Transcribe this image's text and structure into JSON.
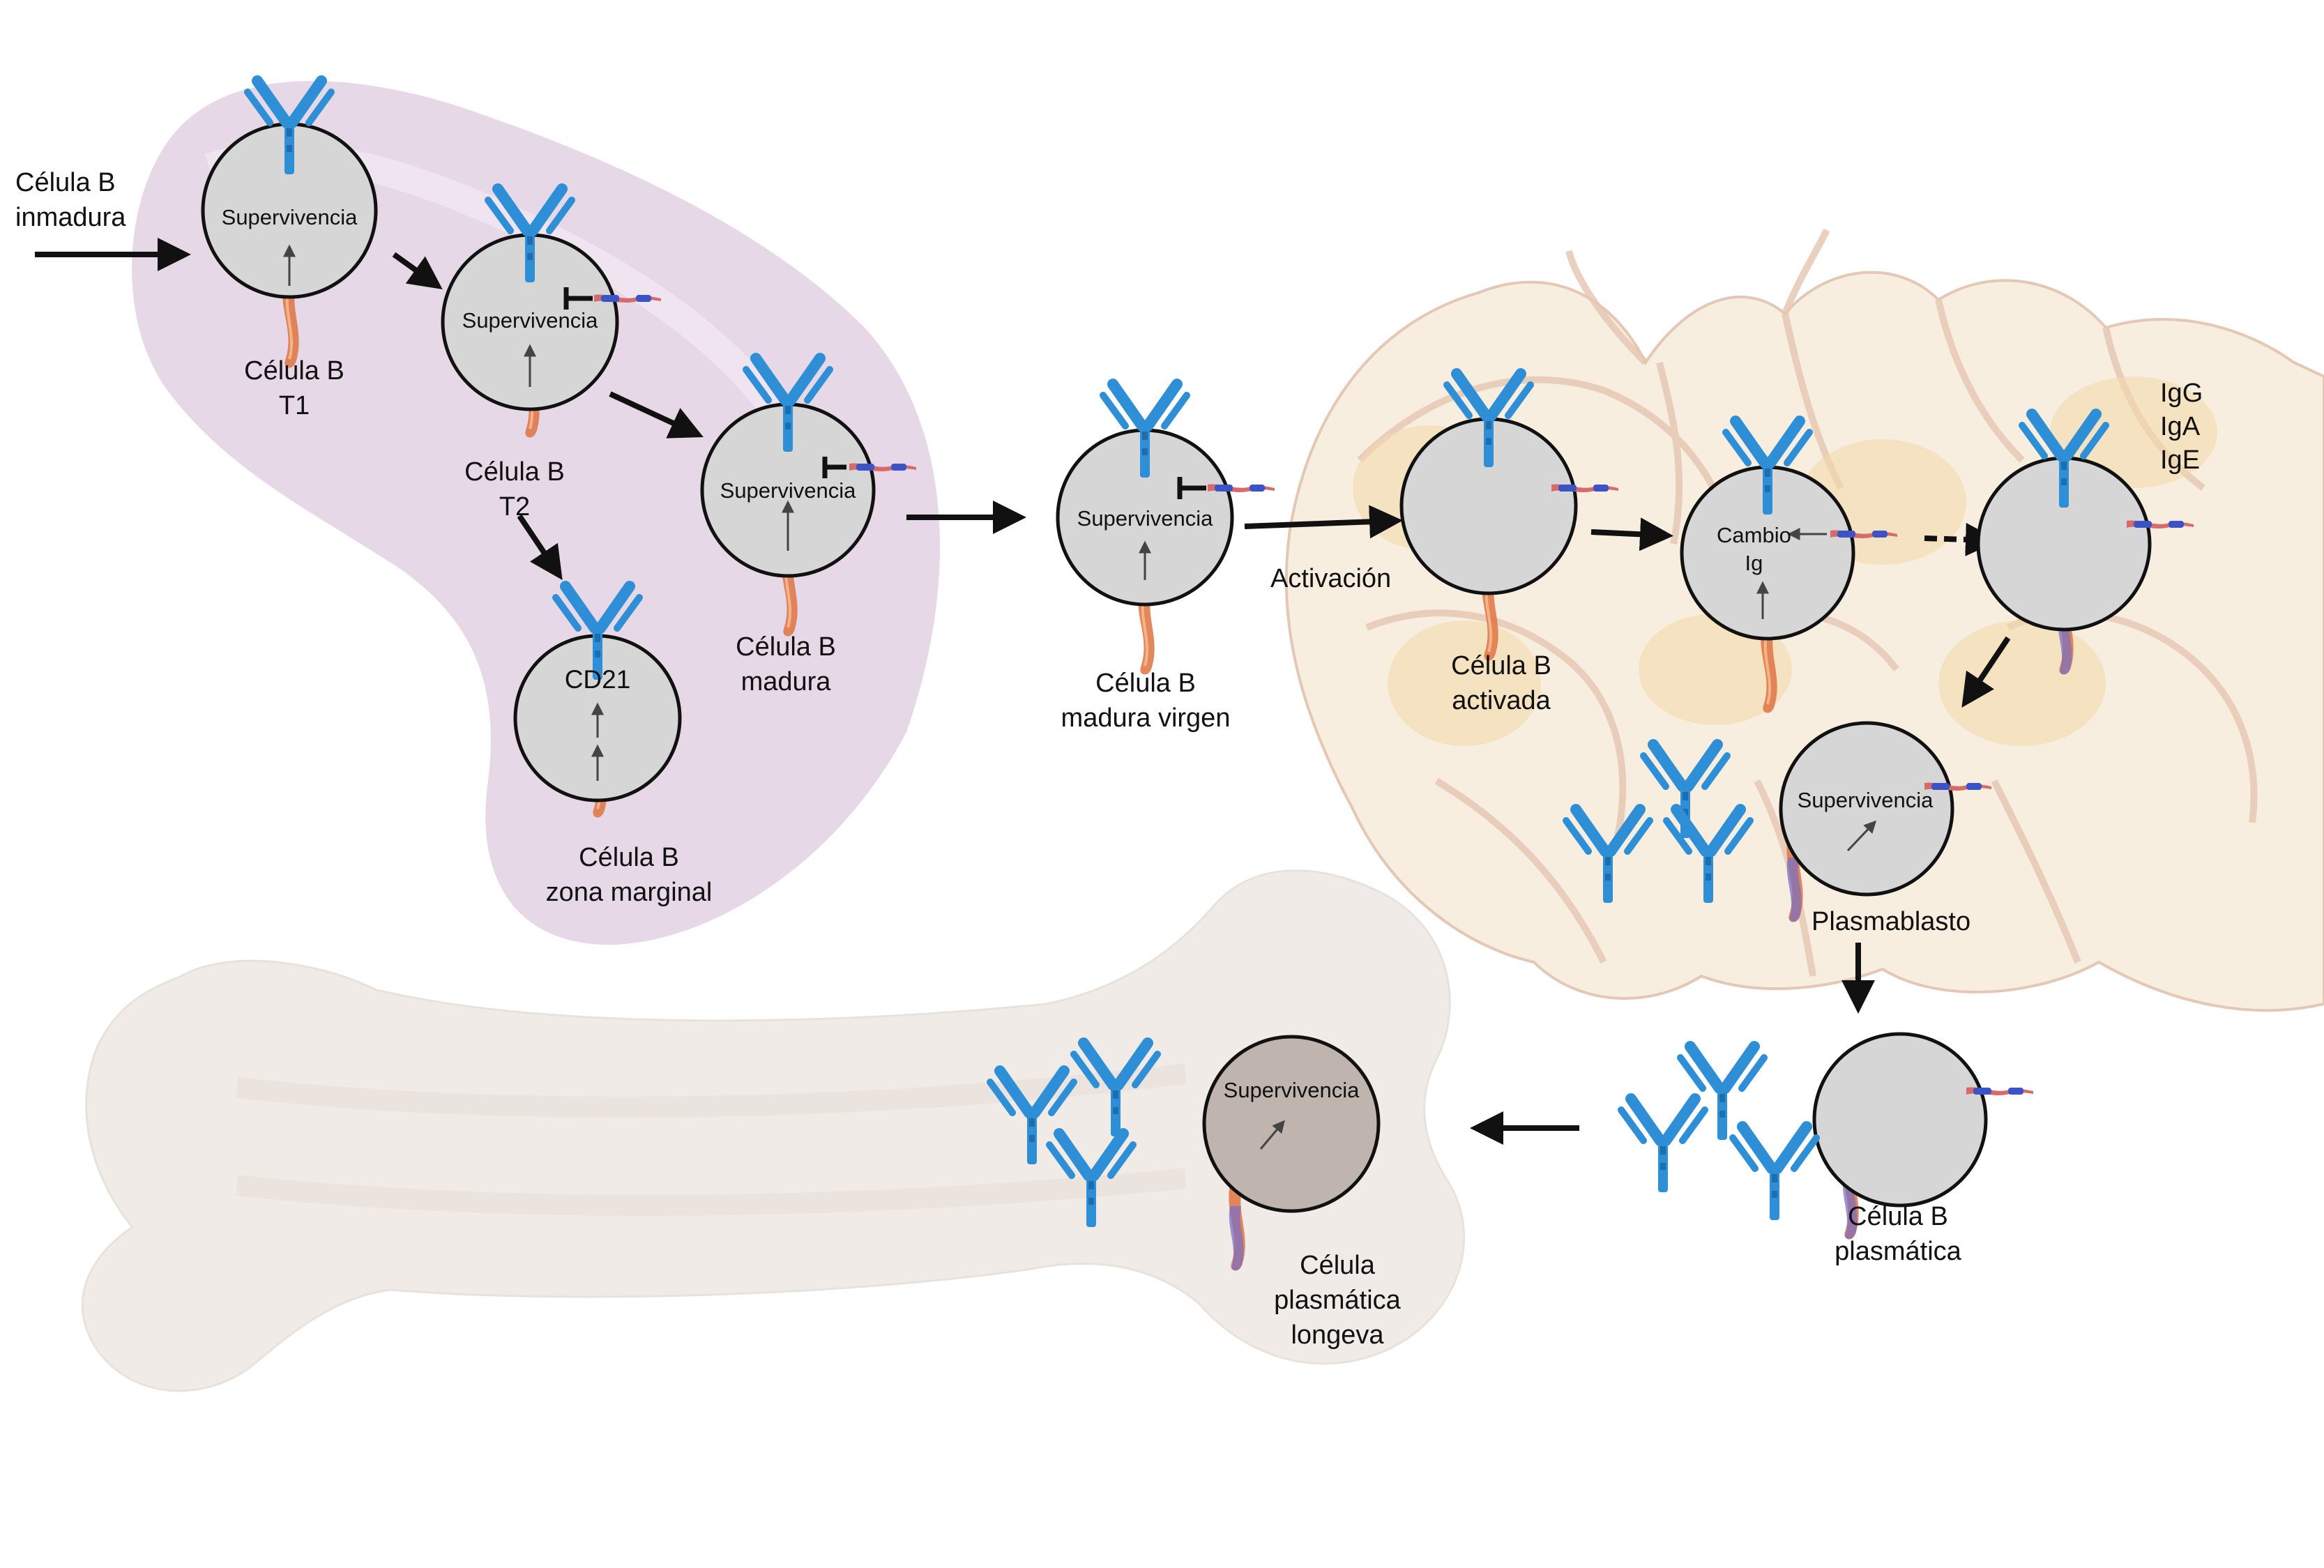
{
  "colors": {
    "spleen": "#e6d8e6",
    "lymph_node": "#f8eee0",
    "lymph_node_border": "#e4c7b5",
    "bone": "#f0ebe6",
    "cell_fill": "#d6d6d6",
    "cell_fill_plasma": "#bfb4ae",
    "antibody": "#2e8fd6",
    "stem": "#e07a4a",
    "arrow": "#111111"
  },
  "labels": {
    "immature": [
      "Célula B",
      "inmadura"
    ],
    "t1": [
      "Célula B",
      "T1"
    ],
    "t2": [
      "Célula B",
      "T2"
    ],
    "marginal": [
      "Célula B",
      "zona marginal"
    ],
    "mature": [
      "Célula B",
      "madura"
    ],
    "naive": [
      "Célula B",
      "madura virgen"
    ],
    "activation": "Activación",
    "activated": [
      "Célula B",
      "activada"
    ],
    "isotypes": [
      "IgG",
      "IgA",
      "IgE"
    ],
    "plasmablast": "Plasmablasto",
    "plasma": [
      "Célula B",
      "plasmática"
    ],
    "longlived": [
      "Célula",
      "plasmática",
      "longeva"
    ]
  },
  "cell_text": {
    "survival": "Supervivencia",
    "cd21": "CD21",
    "switch": [
      "Cambio",
      "Ig"
    ]
  },
  "icons": [
    "antibody-icon",
    "receptor-icon",
    "inhibition-icon",
    "arrow-icon"
  ]
}
